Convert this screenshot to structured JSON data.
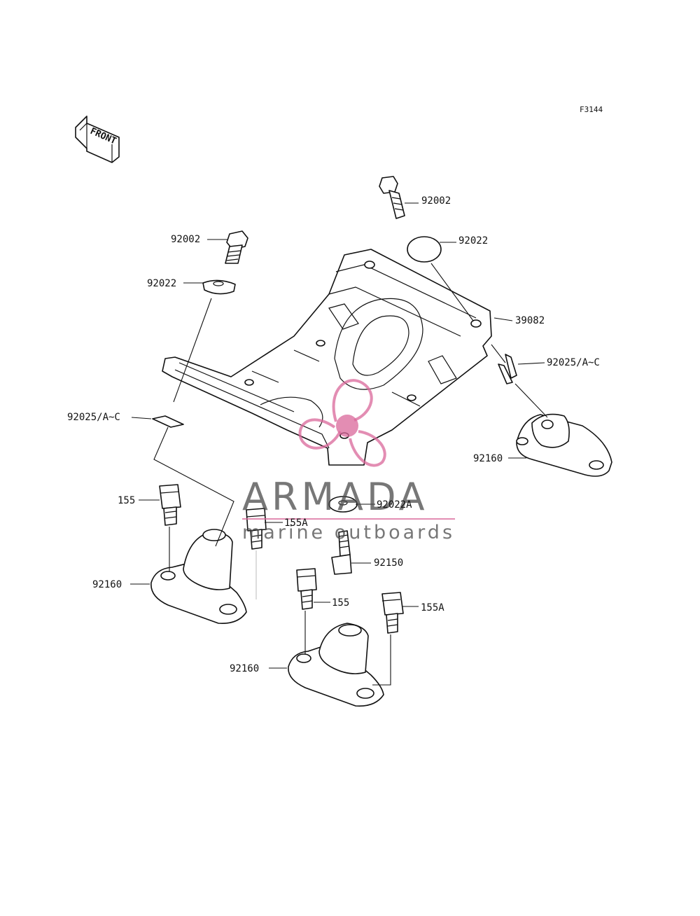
{
  "diagram_code": "F3144",
  "front_label": "FRONT",
  "watermark": {
    "brand": "ARMADA",
    "tagline": "marine outboards",
    "accent_color": "#d9679a",
    "text_color": "#4a4a4a"
  },
  "callouts": [
    {
      "id": "bolt-top-right",
      "part_no": "92002"
    },
    {
      "id": "washer-top-right",
      "part_no": "92022"
    },
    {
      "id": "bolt-top-left",
      "part_no": "92002"
    },
    {
      "id": "washer-top-left",
      "part_no": "92022"
    },
    {
      "id": "bracket",
      "part_no": "39082"
    },
    {
      "id": "clip-right",
      "part_no": "92025/A~C"
    },
    {
      "id": "clip-left",
      "part_no": "92025/A~C"
    },
    {
      "id": "mount-right",
      "part_no": "92160"
    },
    {
      "id": "washer-center",
      "part_no": "92022A"
    },
    {
      "id": "bolt-center",
      "part_no": "92150"
    },
    {
      "id": "bolt-left-a",
      "part_no": "155"
    },
    {
      "id": "bolt-left-b",
      "part_no": "155A"
    },
    {
      "id": "mount-left",
      "part_no": "92160"
    },
    {
      "id": "bolt-front-a",
      "part_no": "155"
    },
    {
      "id": "bolt-front-b",
      "part_no": "155A"
    },
    {
      "id": "mount-front",
      "part_no": "92160"
    }
  ]
}
